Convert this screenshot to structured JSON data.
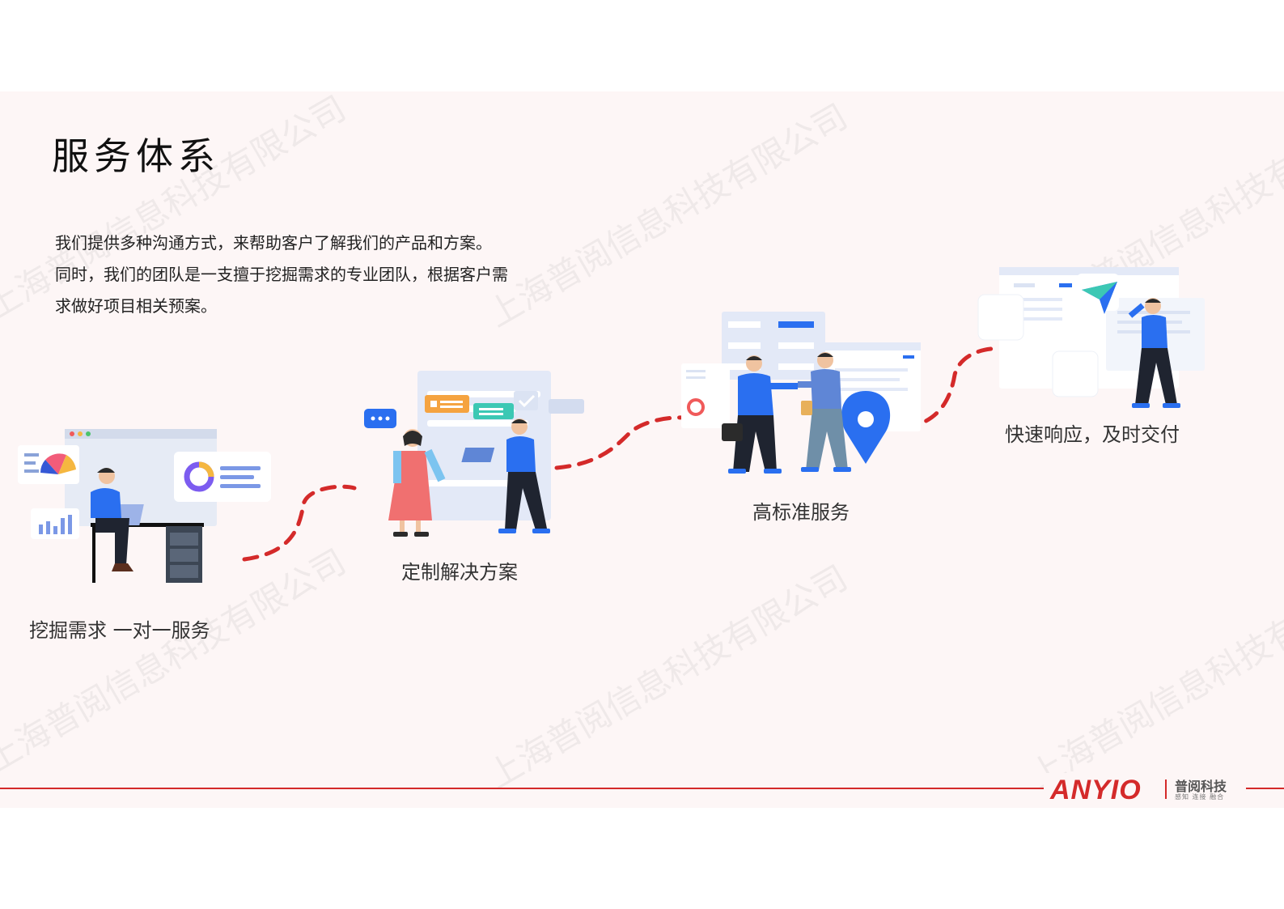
{
  "page": {
    "title": "服务体系",
    "intro": [
      "我们提供多种沟通方式，来帮助客户了解我们的产品和方案。",
      "同时，我们的团队是一支擅于挖掘需求的专业团队，根据客户需",
      "求做好项目相关预案。"
    ]
  },
  "watermark": "上海普阅信息科技有限公司",
  "steps": [
    {
      "label": "挖掘需求 一对一服务",
      "icon": "consultant-desk-icon"
    },
    {
      "label": "定制解决方案",
      "icon": "solution-discussion-icon"
    },
    {
      "label": "高标准服务",
      "icon": "handshake-location-icon"
    },
    {
      "label": "快速响应，及时交付",
      "icon": "fast-delivery-icon"
    }
  ],
  "footer": {
    "logo_text": "ANYIO",
    "logo_cn": "普阅科技",
    "logo_sub": "感知 连接 融合"
  },
  "colors": {
    "accent": "#d42a2a",
    "blue": "#2a6ff0",
    "background": "#fdf6f6"
  }
}
